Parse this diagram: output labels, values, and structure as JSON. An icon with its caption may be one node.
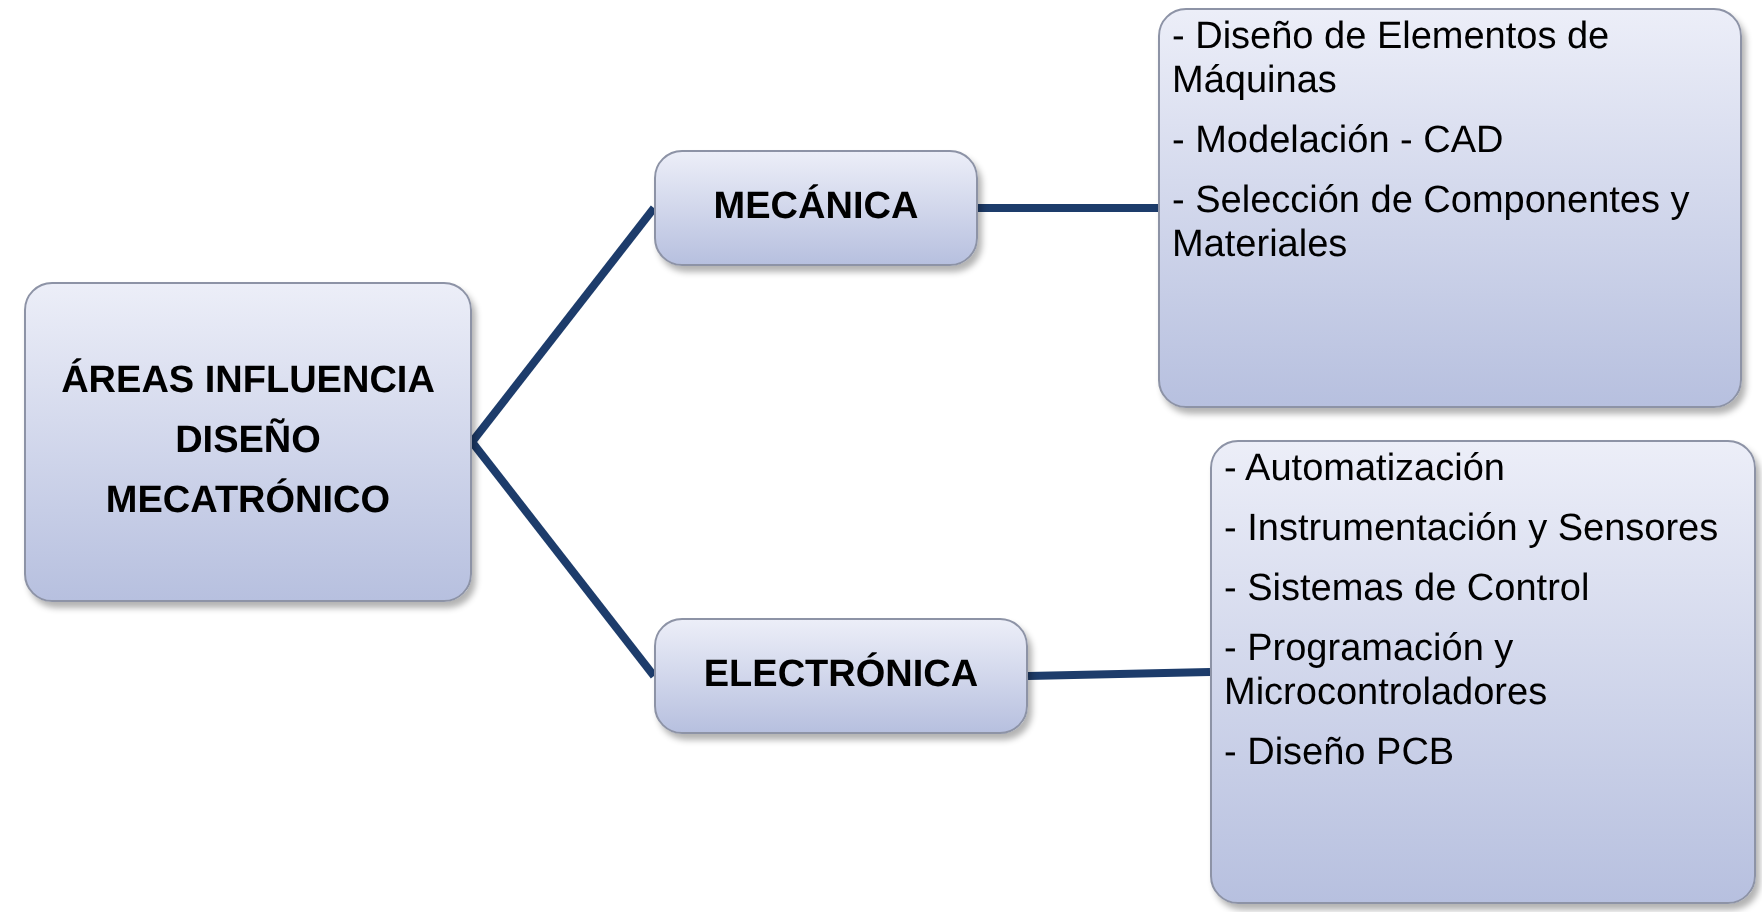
{
  "diagram": {
    "nodes": [
      {
        "text": [
          "ÁREAS INFLUENCIA",
          "DISEÑO",
          "MECATRÓNICO"
        ]
      },
      {
        "text": [
          "MECÁNICA"
        ]
      },
      {
        "text": [
          "- Diseño de Elementos de Máquinas",
          "- Modelación - CAD",
          "- Selección de Componentes y Materiales"
        ]
      },
      {
        "text": [
          "ELECTRÓNICA"
        ]
      },
      {
        "text": [
          "- Automatización",
          "- Instrumentación y Sensores",
          "- Sistemas de Control",
          "- Programación y Microcontroladores",
          "- Diseño PCB"
        ]
      }
    ],
    "edges": [
      {
        "from": 0,
        "to": 1,
        "arrow": "none"
      },
      {
        "from": 0,
        "to": 3,
        "arrow": "none"
      },
      {
        "from": 1,
        "to": 2,
        "arrow": "none"
      },
      {
        "from": 3,
        "to": 4,
        "arrow": "none"
      }
    ]
  }
}
